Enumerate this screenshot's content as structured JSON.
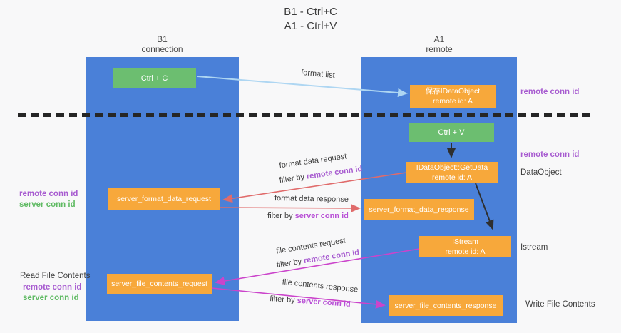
{
  "title": {
    "line1": "B1 - Ctrl+C",
    "line2": "A1 - Ctrl+V"
  },
  "lanes": {
    "left": {
      "name_line1": "B1",
      "name_line2": "connection"
    },
    "right": {
      "name_line1": "A1",
      "name_line2": "remote"
    }
  },
  "nodes": {
    "ctrl_c": "Ctrl + C",
    "ctrl_v": "Ctrl + V",
    "save_dataobject": {
      "line1": "保存IDataObject",
      "line2": "remote id: A"
    },
    "getdata": {
      "line1": "IDataObject::GetData",
      "line2": "remote id: A"
    },
    "istream": {
      "line1": "IStream",
      "line2": "remote id: A"
    },
    "format_request": "server_format_data_request",
    "format_response": "server_format_data_response",
    "file_request": "server_file_contents_request",
    "file_response": "server_file_contents_response"
  },
  "arrows": {
    "format_list": "format list",
    "format_data_request": "format data request",
    "format_data_response": "format data response",
    "file_contents_request": "file contents request",
    "file_contents_response": "file contents response",
    "filter_by": "filter by ",
    "remote_conn_id": "remote conn id",
    "server_conn_id": "server conn id"
  },
  "labels": {
    "remote_conn_id": "remote conn id",
    "server_conn_id": "server conn id",
    "dataobject": "DataObject",
    "istream": "Istream",
    "read_file_contents": "Read File Contents",
    "write_file_contents": "Write File Contents"
  },
  "colors": {
    "lane_blue": "#4a80d8",
    "node_green": "#6cbe70",
    "node_orange": "#f7a83b",
    "arrow_red": "#e06b6b",
    "arrow_magenta": "#cb44cb",
    "arrow_lightblue": "#aed6f2",
    "conn_id_purple": "#a75bd0",
    "conn_id_green": "#5fba63"
  }
}
